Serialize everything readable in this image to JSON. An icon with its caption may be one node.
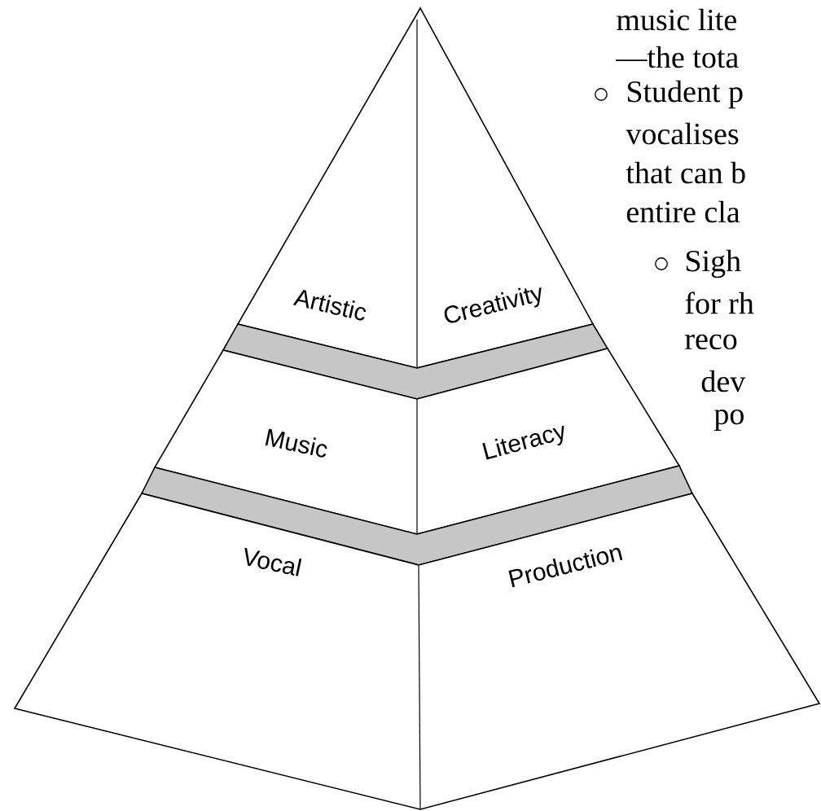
{
  "diagram": {
    "nodes": [
      {
        "text": [
          "Artistic",
          "Creativity"
        ]
      },
      {
        "text": [
          "Music",
          "Literacy"
        ]
      },
      {
        "text": [
          "Vocal",
          "Production"
        ]
      }
    ],
    "labels": [
      "music lite",
      "—the tota",
      "Student p",
      "vocalises",
      "that can b",
      "entire cla",
      "Sigh",
      "for rh",
      "reco",
      "dev",
      "po"
    ]
  }
}
